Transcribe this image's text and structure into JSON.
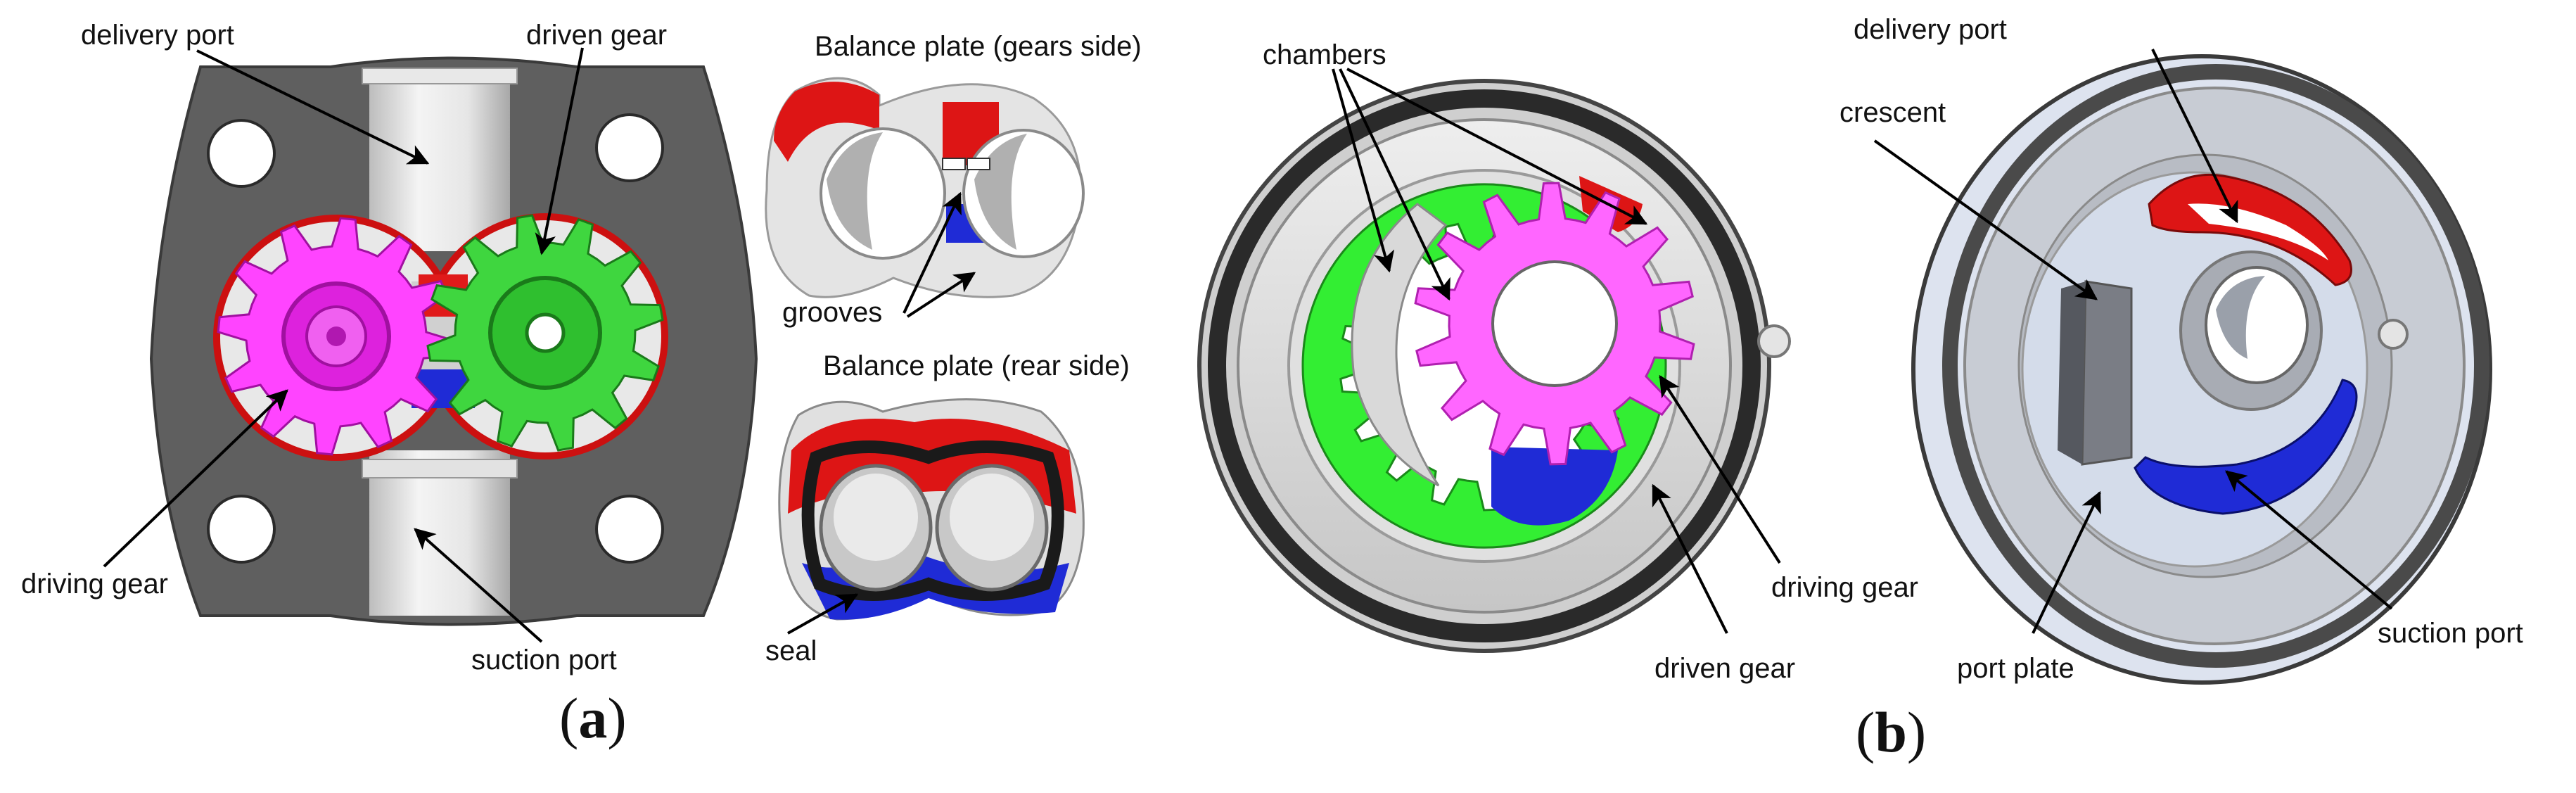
{
  "panels": {
    "a": {
      "panel_label": "(a)",
      "panel_letter": "a",
      "labels": {
        "delivery_port": "delivery port",
        "driven_gear": "driven gear",
        "driving_gear": "driving gear",
        "suction_port": "suction port",
        "balance_plate_gears_side": "Balance plate (gears side)",
        "grooves": "grooves",
        "balance_plate_rear_side": "Balance plate (rear side)",
        "seal": "seal"
      }
    },
    "b": {
      "panel_label": "(b)",
      "panel_letter": "b",
      "labels": {
        "chambers": "chambers",
        "driving_gear": "driving gear",
        "driven_gear": "driven gear",
        "delivery_port": "delivery port",
        "crescent": "crescent",
        "suction_port": "suction port",
        "port_plate": "port plate"
      }
    }
  },
  "colors": {
    "housing": "#5f5f5f",
    "driving_gear_external": "#ff44ff",
    "driven_gear_external": "#3fd63f",
    "high_pressure": "#e01a1a",
    "low_pressure": "#1f2bd6",
    "internal_ring_gear": "#33ee33",
    "internal_pinion": "#ff66ff",
    "metal_light": "#d8d8d8",
    "seal_ring": "#2a2a2a",
    "port_plate": "#c9d2e4"
  }
}
